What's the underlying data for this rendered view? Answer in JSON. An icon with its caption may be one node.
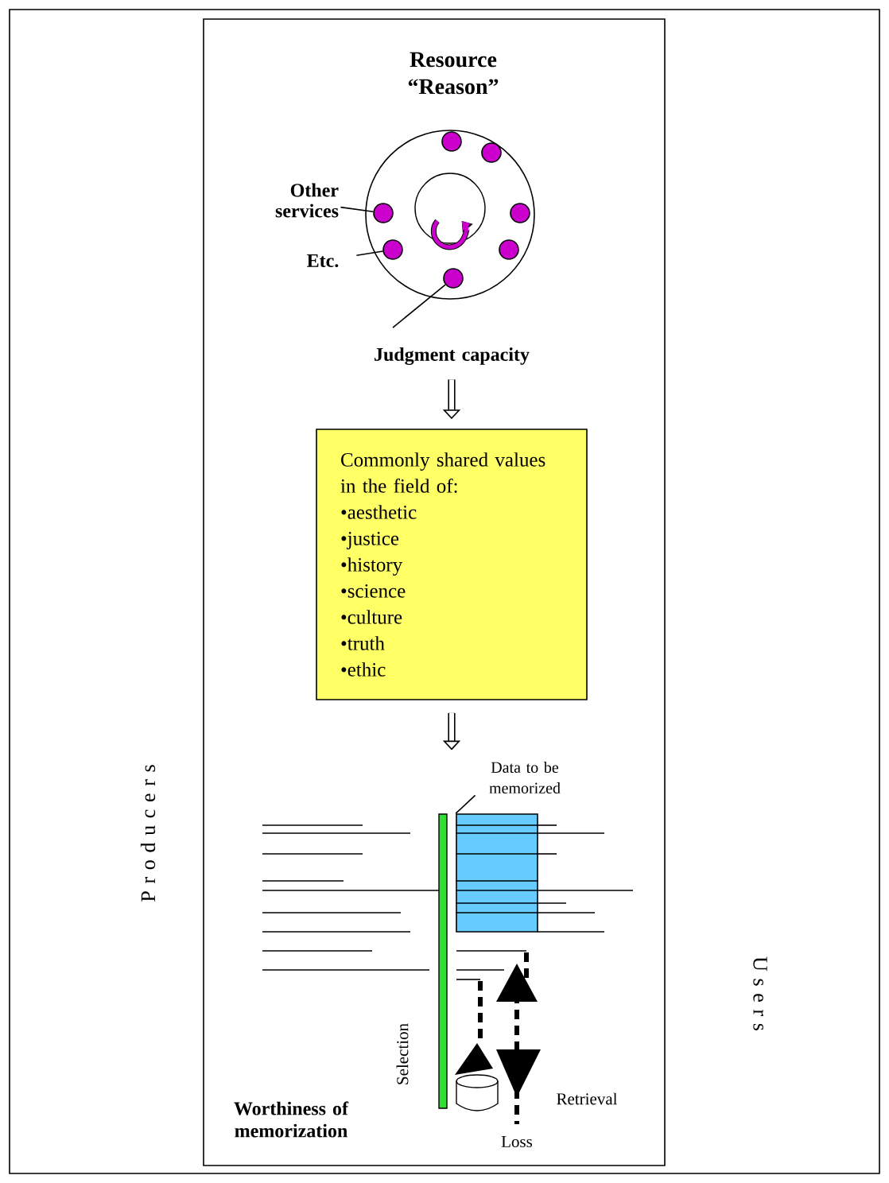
{
  "diagram": {
    "title": "Resource “Reason”",
    "nodes": [
      {
        "text": [],
        "shape": "circle"
      },
      {
        "text": [],
        "shape": "circle",
        "in": 0
      },
      {
        "text": [],
        "shape": "circle",
        "in": 0
      },
      {
        "text": [],
        "shape": "circle",
        "in": 0
      },
      {
        "text": [],
        "shape": "circle",
        "in": 0
      },
      {
        "text": [],
        "shape": "circle",
        "in": 0
      },
      {
        "text": [],
        "shape": "circle",
        "in": 0
      },
      {
        "text": [],
        "shape": "circle",
        "in": 0
      },
      {
        "text": [
          "Other services"
        ]
      },
      {
        "text": [
          "Etc."
        ]
      },
      {
        "text": [
          "Judgment capacity"
        ]
      },
      {
        "text": [
          "Commonly shared values in the field of:",
          "•aesthetic",
          "•justice",
          "•history",
          "•science",
          "•culture",
          "•truth",
          "•ethic"
        ]
      },
      {
        "text": [
          "Data to be memorized"
        ]
      },
      {
        "text": [],
        "shape": "box"
      }
    ],
    "edges": [
      {
        "from": 8,
        "to": 3,
        "arrow": "none"
      },
      {
        "from": 9,
        "to": 5,
        "arrow": "none"
      },
      {
        "from": 10,
        "to": 7,
        "arrow": "none"
      },
      {
        "from": 10,
        "to": 11,
        "arrow": "to",
        "style": "thick"
      },
      {
        "from": 11,
        "to": 12,
        "arrow": "to",
        "style": "thick"
      },
      {
        "from": 12,
        "to": 13,
        "arrow": "none"
      }
    ],
    "labels": [
      "P r o d u c e r s",
      "U s e r s",
      "Selection",
      "Worthiness of memorization",
      "Retrieval",
      "Loss"
    ]
  }
}
